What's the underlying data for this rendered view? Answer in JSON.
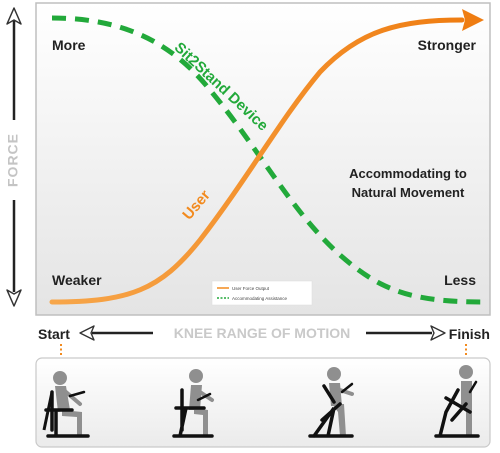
{
  "force_axis": {
    "label": "FORCE"
  },
  "corners": {
    "more": "More",
    "stronger": "Stronger",
    "weaker": "Weaker",
    "less": "Less"
  },
  "curves": {
    "device_label": "Sit2Stand Device",
    "user_label": "User",
    "annotation_line1": "Accommodating to",
    "annotation_line2": "Natural Movement"
  },
  "legend": {
    "entries": [
      {
        "label": "User Force Output",
        "color": "#f28a1e",
        "style": "solid"
      },
      {
        "label": "Accommodating Assistance",
        "color": "#22a93a",
        "style": "dashed"
      }
    ]
  },
  "motion_axis": {
    "start": "Start",
    "label": "KNEE RANGE OF MOTION",
    "finish": "Finish"
  },
  "colors": {
    "user": "#f28a1e",
    "device": "#22a93a",
    "axis": "#222222",
    "muted": "#c9c9c9",
    "figure": "#8f8f8f"
  },
  "figures": [
    "seated",
    "leaning",
    "rising",
    "standing"
  ]
}
